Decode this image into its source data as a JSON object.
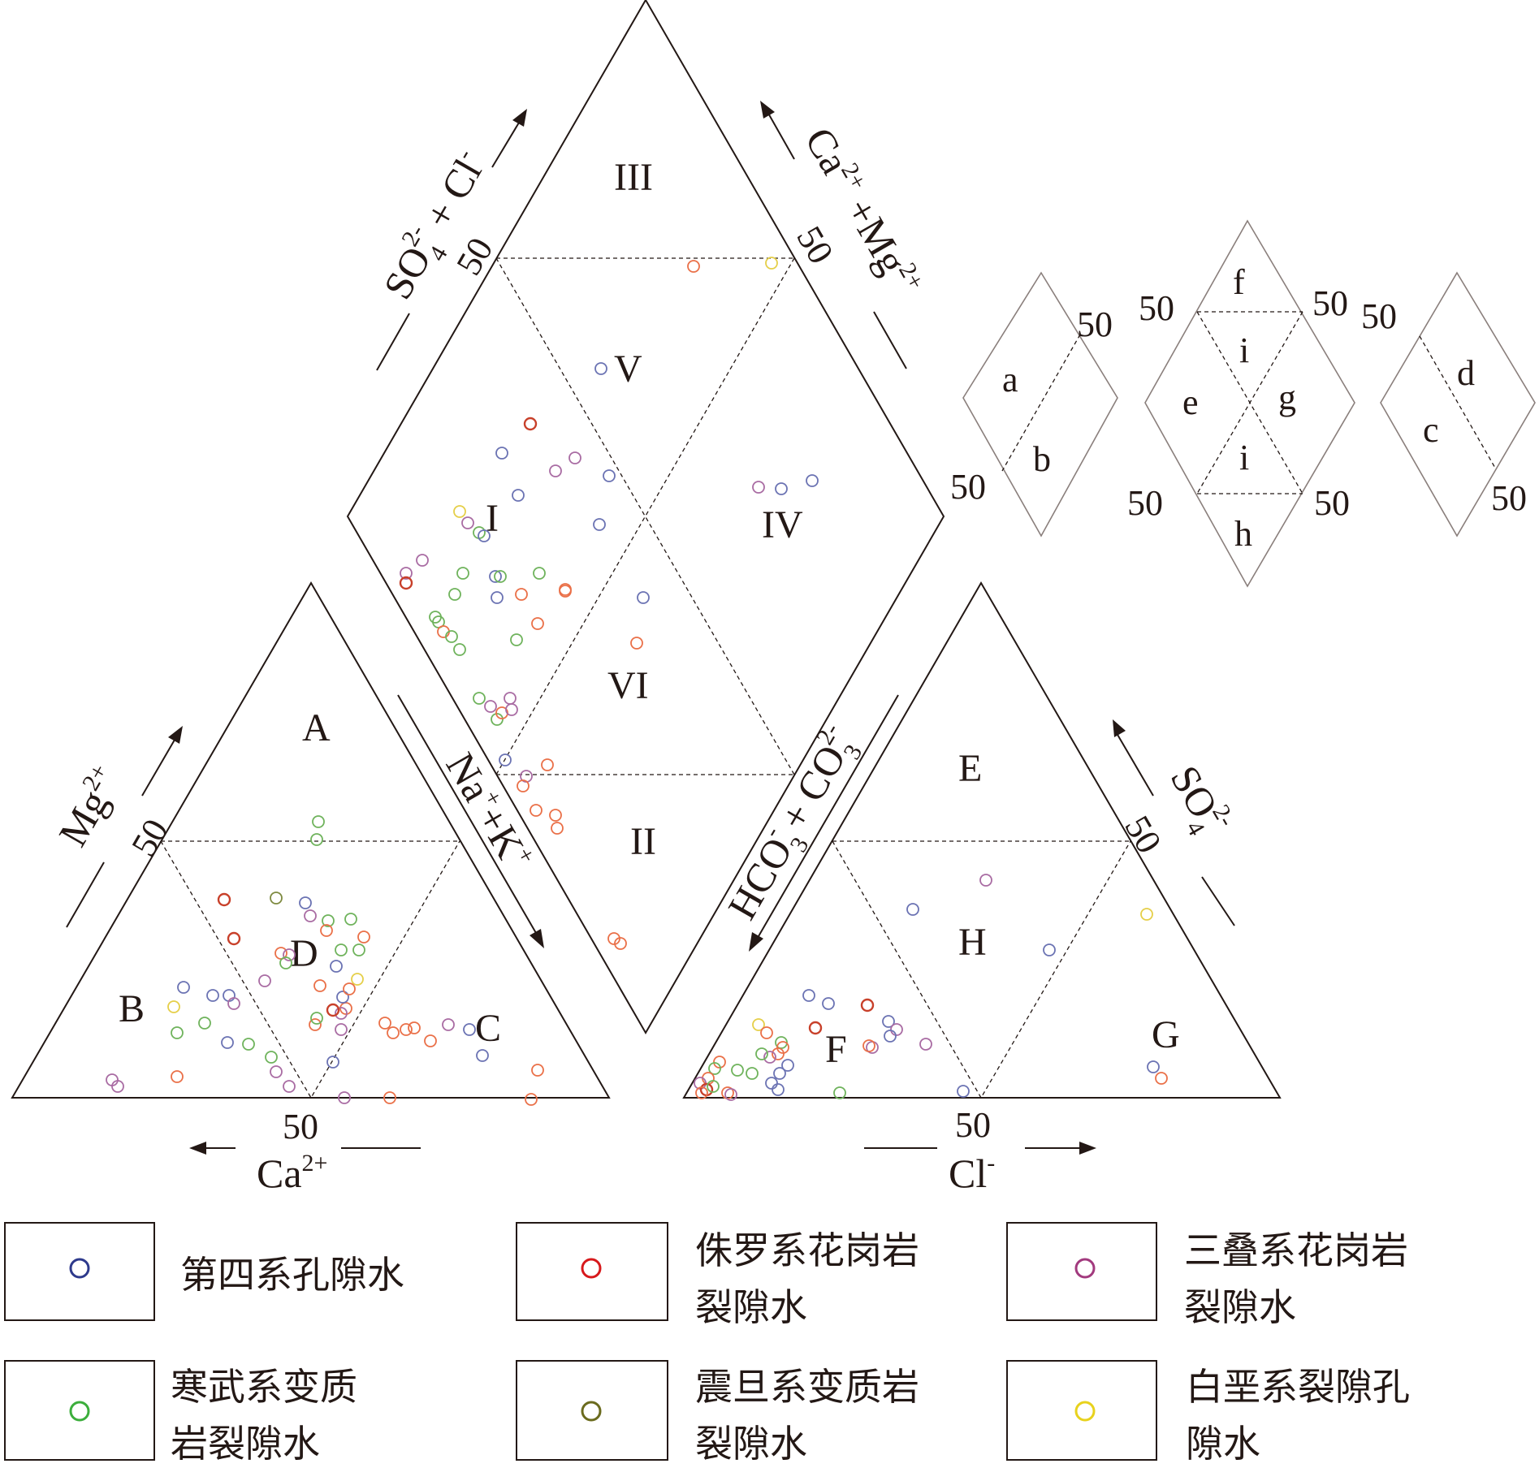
{
  "cation_triangle": {
    "zones": [
      "A",
      "B",
      "C",
      "D"
    ],
    "tick_left": "50",
    "tick_bottom": "50",
    "axis_left_main": "Mg",
    "axis_left_sup": "2+",
    "axis_bottom_main": "Ca",
    "axis_bottom_sup": "2+",
    "axis_right_main": "Na",
    "axis_right_sup1": "+",
    "axis_right_mid": "+K",
    "axis_right_sup2": "+"
  },
  "anion_triangle": {
    "zones": [
      "E",
      "F",
      "G",
      "H"
    ],
    "tick_right": "50",
    "tick_bottom": "50",
    "axis_right_main": "SO",
    "axis_right_sub": "4",
    "axis_right_sup": "2-",
    "axis_bottom_main": "Cl",
    "axis_bottom_sup": "-",
    "axis_left_main": "HCO",
    "axis_left_sub": "3",
    "axis_left_sup": "-",
    "axis_left_mid": " + CO",
    "axis_left_sub2": "3",
    "axis_left_sup2": "2-"
  },
  "diamond": {
    "zones": [
      "I",
      "II",
      "III",
      "IV",
      "V",
      "VI"
    ],
    "tick_left": "50",
    "tick_right": "50",
    "axis_left_main": "SO",
    "axis_left_sub": "4",
    "axis_left_sup": "2-",
    "axis_left_tail": " + Cl",
    "axis_left_sup2": "-",
    "axis_right_main": "Ca",
    "axis_right_sup": "2+",
    "axis_right_mid": " +Mg",
    "axis_right_sup2": "2+"
  },
  "mini_diamonds": {
    "left": {
      "labels": [
        "a",
        "b"
      ],
      "ticks": [
        "50",
        "50"
      ]
    },
    "middle": {
      "labels": [
        "f",
        "i",
        "e",
        "g",
        "i",
        "h"
      ],
      "ticks": [
        "50",
        "50",
        "50",
        "50"
      ]
    },
    "right": {
      "labels": [
        "d",
        "c"
      ],
      "ticks": [
        "50",
        "50"
      ]
    }
  },
  "legend": [
    {
      "lines": [
        "第四系孔隙水"
      ],
      "color": "#2e3a8c"
    },
    {
      "lines": [
        "侏罗系花岗岩",
        "裂隙水"
      ],
      "color": "#d7191c"
    },
    {
      "lines": [
        "三叠系花岗岩",
        "裂隙水"
      ],
      "color": "#a23a7e"
    },
    {
      "lines": [
        "寒武系变质",
        "岩裂隙水"
      ],
      "color": "#3cae3c"
    },
    {
      "lines": [
        "震旦系变质岩",
        "裂隙水"
      ],
      "color": "#6b6b1e"
    },
    {
      "lines": [
        "白垩系裂隙孔",
        "隙水"
      ],
      "color": "#e8d21d"
    }
  ],
  "sample_colors": {
    "Q": "#6b73b3",
    "J": "#c8402a",
    "T": "#a96ca3",
    "C": "#6fb35c",
    "Z": "#7e8a40",
    "K": "#e5cf49",
    "O": "#ea7048"
  }
}
